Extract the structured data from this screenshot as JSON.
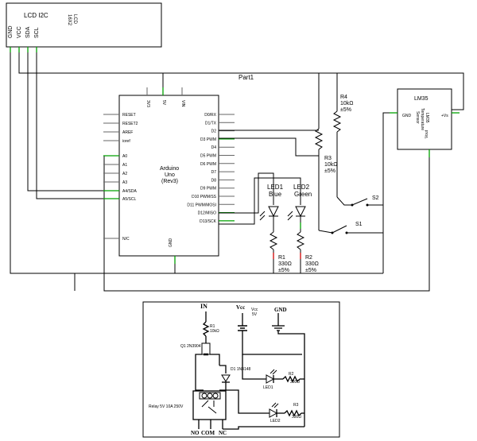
{
  "top_schematic": {
    "lcd": {
      "title": "LCD I2C",
      "sub1": "LCD",
      "sub2": "16X2",
      "pins": [
        "GND",
        "VCC",
        "SDA",
        "SCL"
      ]
    },
    "part_label": "Part1",
    "arduino": {
      "name": "Arduino",
      "model": "Uno",
      "rev": "(Rev3)",
      "top_pins": [
        "3V3",
        "5V",
        "VIN"
      ],
      "left_pins": [
        "RESET",
        "RESET2",
        "AREF",
        "ioref",
        "A0",
        "A1",
        "A2",
        "A3",
        "A4/SDA",
        "A5/SCL",
        "N/C"
      ],
      "right_pins": [
        "D0/RX",
        "D1/TX",
        "D2",
        "D3 PWM",
        "D4",
        "D5 PWM",
        "D6 PWM",
        "D7",
        "D8",
        "D9 PWM",
        "D10 PWM/SS",
        "D11 PWM/MOSI",
        "D12/MISO",
        "D13/SCK"
      ],
      "bottom_pin": "GND"
    },
    "lm35": {
      "title": "LM35",
      "inner": "LM35",
      "inner2": "Temperature",
      "inner3": "Sensor",
      "pin_gnd": "GND",
      "pin_vs": "+Vs",
      "pin_vout": "Vout"
    },
    "r4": {
      "name": "R4",
      "value": "10kΩ",
      "tol": "±5%"
    },
    "r3": {
      "name": "R3",
      "value": "10kΩ",
      "tol": "±5%"
    },
    "s1": "S1",
    "s2": "S2",
    "led1": {
      "name": "LED1",
      "color": "Blue"
    },
    "led2": {
      "name": "LED2",
      "color": "Green"
    },
    "r1": {
      "name": "R1",
      "value": "330Ω",
      "tol": "±5%"
    },
    "r2": {
      "name": "R2",
      "value": "330Ω",
      "tol": "±5%"
    }
  },
  "bottom_schematic": {
    "in_label": "IN",
    "vcc_label": "Vcc",
    "vcc_sub1": "Vcc",
    "vcc_sub2": "5V",
    "gnd_label": "GND",
    "r1": {
      "name": "R1",
      "value": "10kΩ"
    },
    "q1": "Q1 2N3904",
    "d1": "D1 1N4148",
    "led1": "LED1",
    "led2": "LED2",
    "r2": {
      "name": "R2",
      "value": "330Ω"
    },
    "r3": {
      "name": "R3",
      "value": "330Ω"
    },
    "relay": "Relay 5V 10A 250V",
    "no": "NO",
    "com": "COM",
    "nc": "NC"
  },
  "colors": {
    "wire": "#000000",
    "pin_green": "#00a000",
    "pin_red": "#d00000"
  }
}
